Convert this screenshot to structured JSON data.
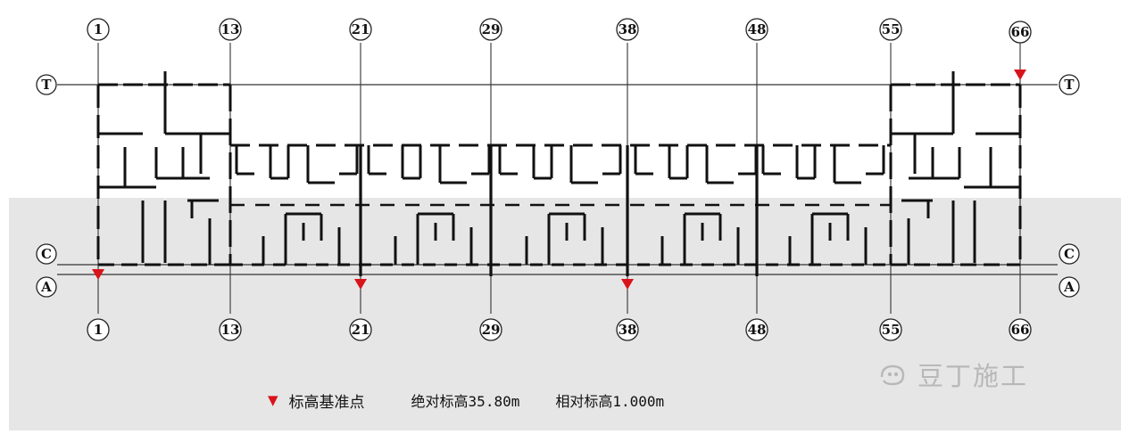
{
  "axes": {
    "vertical": [
      "1",
      "13",
      "21",
      "29",
      "38",
      "48",
      "55",
      "66"
    ],
    "horizontal": [
      "T",
      "C",
      "A"
    ]
  },
  "legend": {
    "marker_label": "标高基准点",
    "absolute": "绝对标高35.80m",
    "relative": "相对标高1.000m"
  },
  "watermark": "豆丁施工",
  "colors": {
    "marker": "#d8141b",
    "watermark": "#b8b8b8",
    "shade": "#e6e6e6"
  }
}
